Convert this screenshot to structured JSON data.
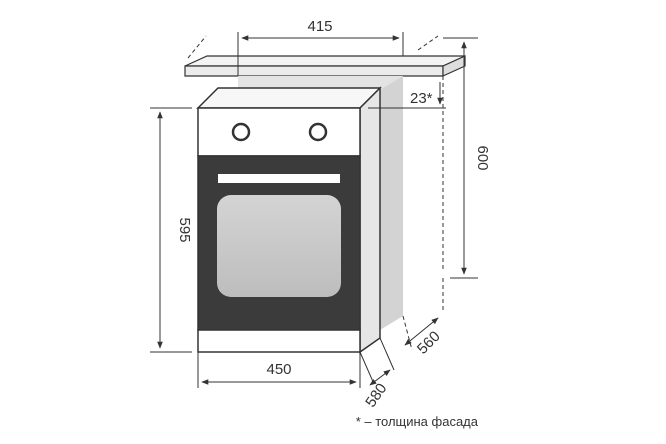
{
  "dimensions": {
    "cabinet_inner_width": "415",
    "facade_thickness": "23*",
    "cabinet_height": "600",
    "oven_height": "595",
    "oven_width": "450",
    "oven_depth": "580",
    "cabinet_depth": "560"
  },
  "footnote": "* – толщина фасада",
  "colors": {
    "line": "#333333",
    "cabinet_fill": "#e3e3e3",
    "door_dark": "#3b3b3b",
    "window_fill": "#c9c9c9"
  }
}
